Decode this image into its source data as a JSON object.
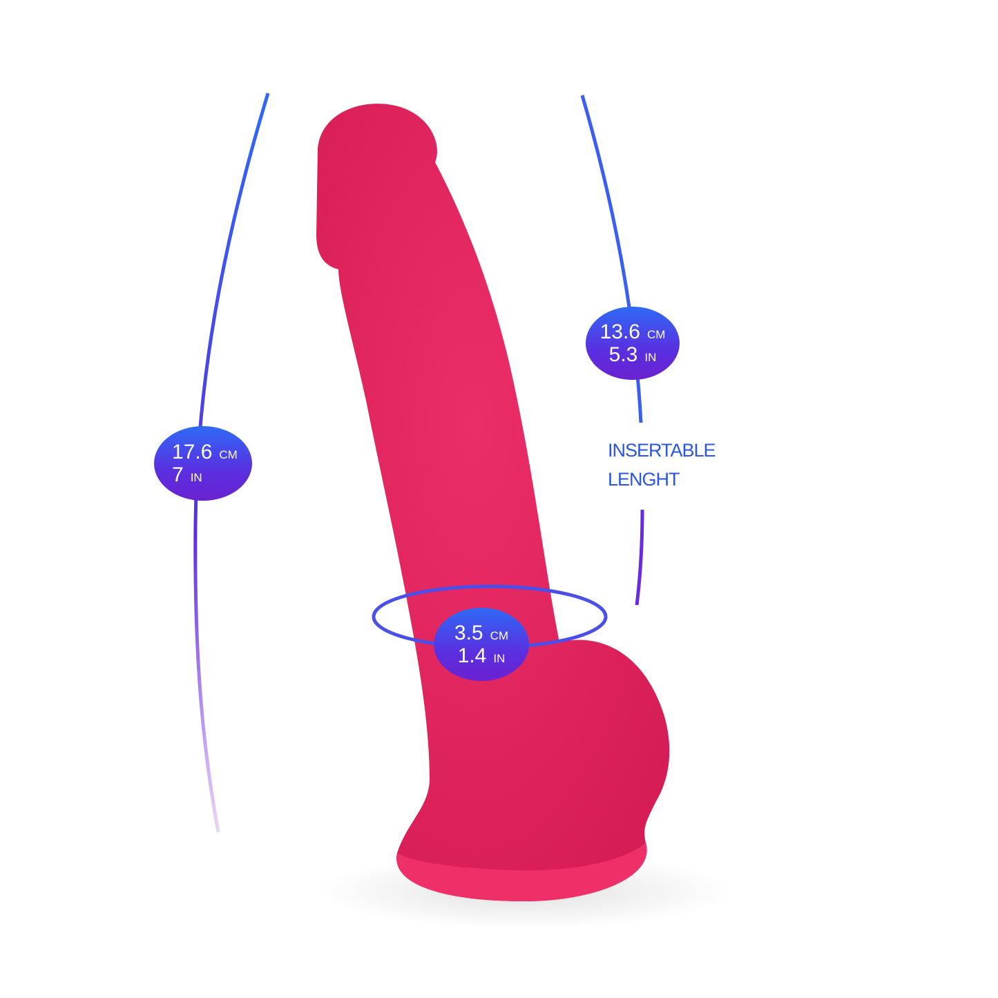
{
  "colors": {
    "product": "#f0336a",
    "accent_top": "#2f6af5",
    "accent_bottom": "#6a22d0",
    "label": "#2a55e6"
  },
  "total_length": {
    "cm_value": "17.6",
    "cm_unit": "CM",
    "in_value": "7",
    "in_unit": "IN"
  },
  "insertable_length": {
    "cm_value": "13.6",
    "cm_unit": "CM",
    "in_value": "5.3",
    "in_unit": "IN",
    "label_line1": "Insertable",
    "label_line2": "Lenght"
  },
  "diameter": {
    "cm_value": "3.5",
    "cm_unit": "CM",
    "in_value": "1.4",
    "in_unit": "IN"
  }
}
